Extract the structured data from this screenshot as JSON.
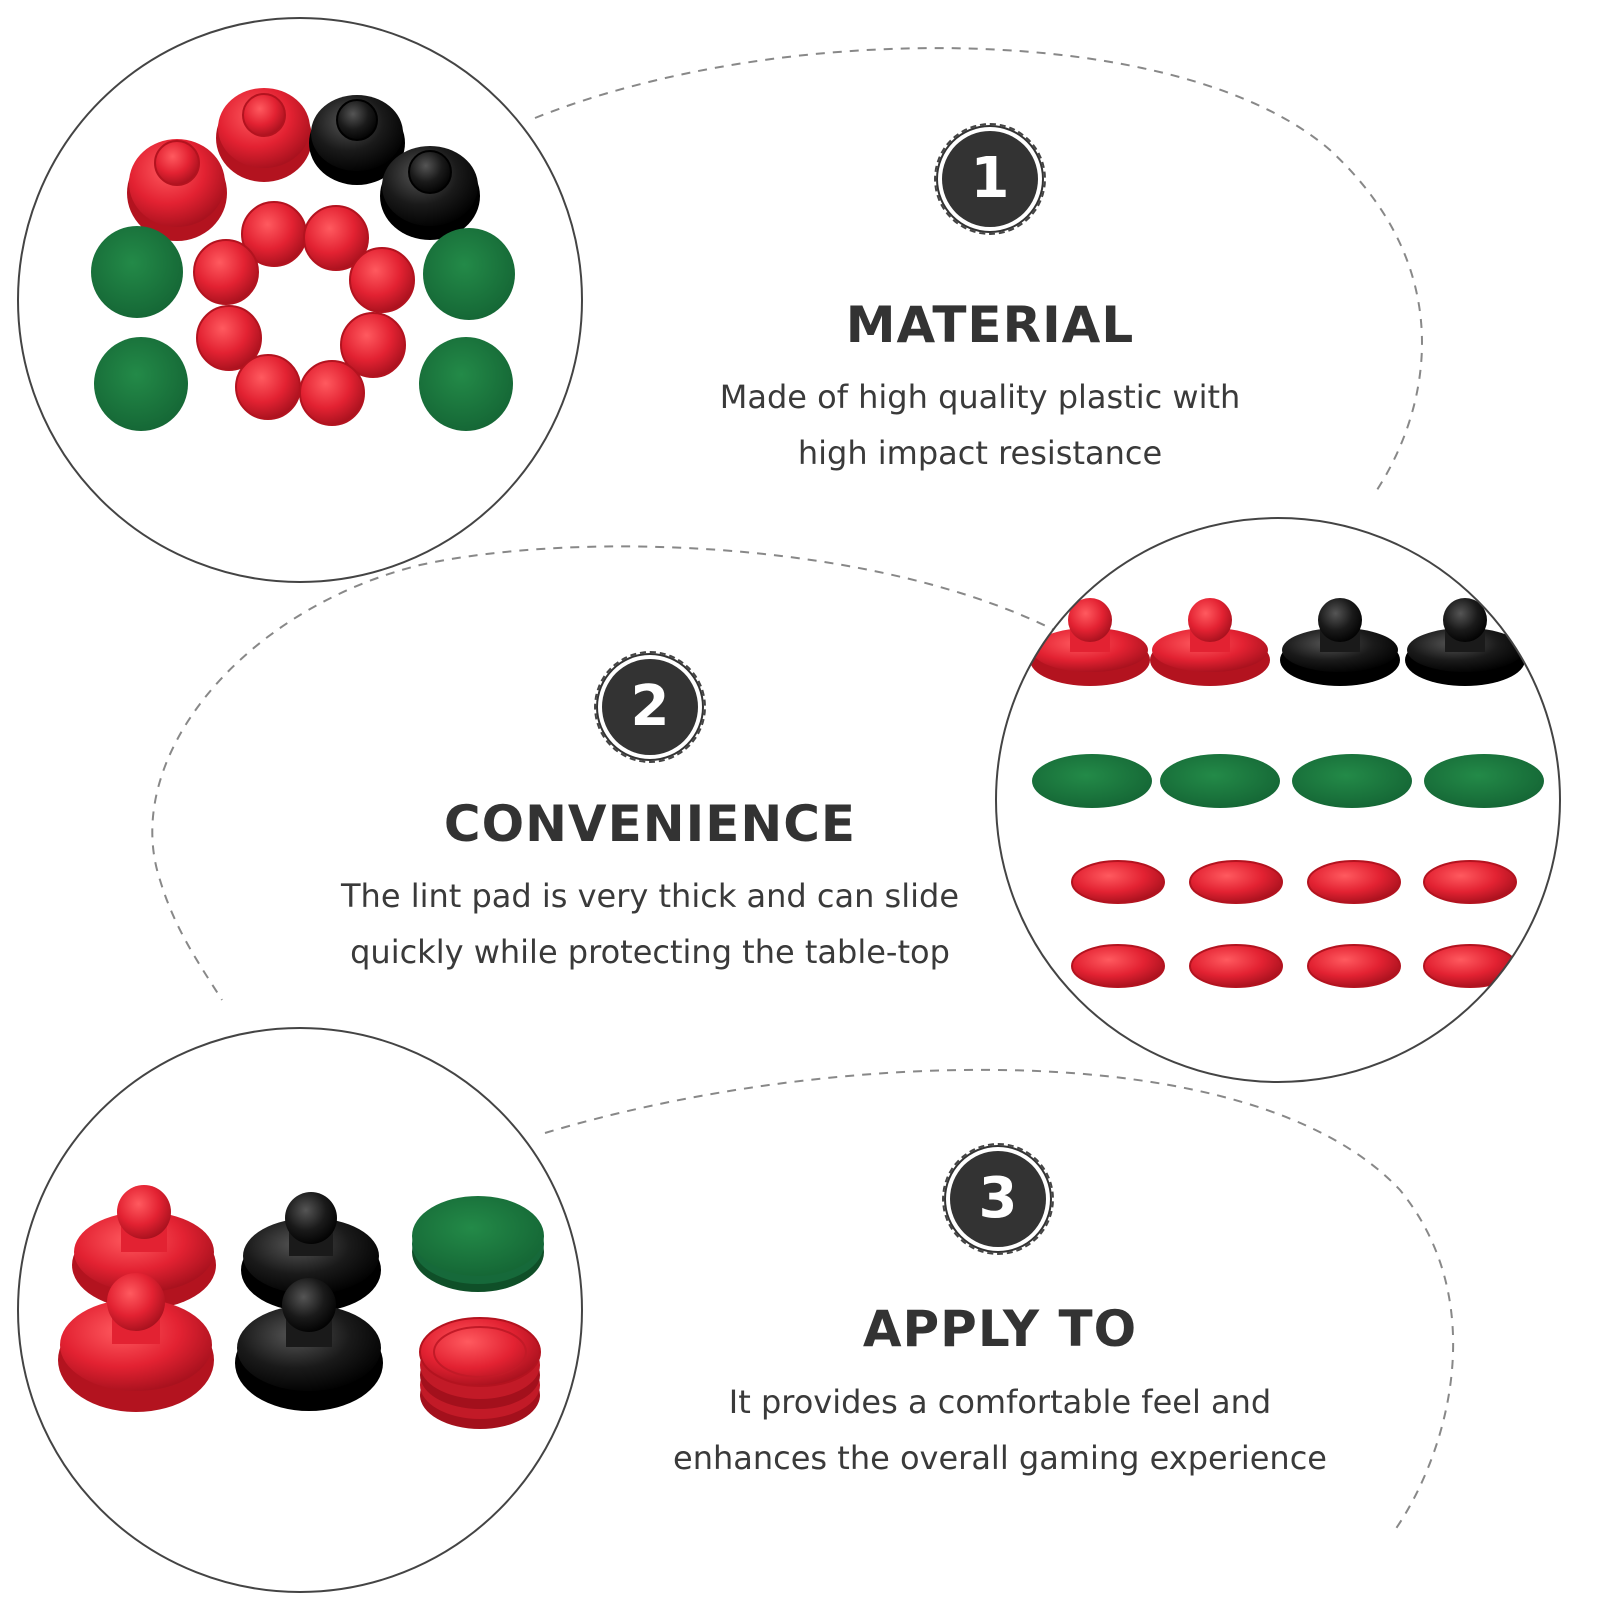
{
  "colors": {
    "text": "#333333",
    "badge": "#333333",
    "dash": "#888888",
    "puck_red": "#e32232",
    "mallet_black": "#1a1a1a",
    "felt_green": "#1d7a3f"
  },
  "sections": [
    {
      "number": "1",
      "title": "MATERIAL",
      "lines": [
        "Made of high quality plastic with",
        "high impact resistance"
      ]
    },
    {
      "number": "2",
      "title": "CONVENIENCE",
      "lines": [
        "The lint pad is very thick and can slide",
        "quickly while protecting the table-top"
      ]
    },
    {
      "number": "3",
      "title": "APPLY TO",
      "lines": [
        "It provides a comfortable feel and",
        "enhances the overall gaming experience"
      ]
    }
  ],
  "photos": [
    {
      "name": "photo-set-overview",
      "items": [
        "red-mallet",
        "red-mallet",
        "black-mallet",
        "black-mallet",
        "green-felt-pad",
        "green-felt-pad",
        "green-felt-pad",
        "green-felt-pad",
        "red-puck"
      ]
    },
    {
      "name": "photo-set-rows",
      "items": [
        "red-mallet",
        "black-mallet",
        "green-felt-pad",
        "red-puck"
      ]
    },
    {
      "name": "photo-set-stacked",
      "items": [
        "red-mallet",
        "black-mallet",
        "green-felt-pad",
        "red-puck"
      ]
    }
  ]
}
